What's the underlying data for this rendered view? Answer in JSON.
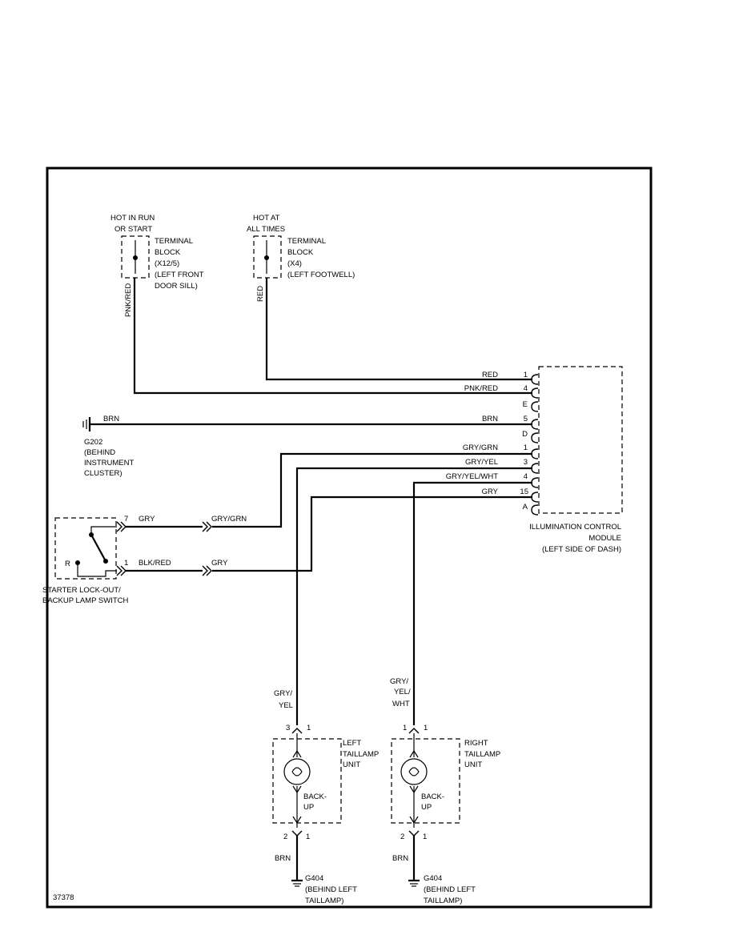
{
  "figure_id": "37378",
  "terminal_block_1": {
    "power": [
      "HOT IN RUN",
      "OR START"
    ],
    "label": [
      "TERMINAL",
      "BLOCK",
      "(X12/5)",
      "(LEFT FRONT",
      "DOOR SILL)"
    ],
    "wire": "PNK/RED"
  },
  "terminal_block_2": {
    "power": [
      "HOT AT",
      "ALL TIMES"
    ],
    "label": [
      "TERMINAL",
      "BLOCK",
      "(X4)",
      "(LEFT FOOTWELL)"
    ],
    "wire": "RED"
  },
  "ground_g202": {
    "wire": "BRN",
    "label": [
      "G202",
      "(BEHIND",
      "INSTRUMENT",
      "CLUSTER)"
    ]
  },
  "module": {
    "label": [
      "ILLUMINATION CONTROL",
      "MODULE",
      "(LEFT SIDE OF DASH)"
    ],
    "pins": [
      {
        "wire": "RED",
        "pin": "1"
      },
      {
        "wire": "PNK/RED",
        "pin": "4"
      },
      {
        "wire": "",
        "pin": "E"
      },
      {
        "wire": "BRN",
        "pin": "5"
      },
      {
        "wire": "",
        "pin": "D"
      },
      {
        "wire": "GRY/GRN",
        "pin": "1"
      },
      {
        "wire": "GRY/YEL",
        "pin": "3"
      },
      {
        "wire": "GRY/YEL/WHT",
        "pin": "4"
      },
      {
        "wire": "GRY",
        "pin": "15"
      },
      {
        "wire": "",
        "pin": "A"
      }
    ]
  },
  "switch": {
    "label": [
      "STARTER LOCK-OUT/",
      "BACKUP LAMP SWITCH"
    ],
    "r_label": "R",
    "pin_top": "7",
    "pin_bottom": "1",
    "wire_top_a": "GRY",
    "wire_top_b": "GRY/GRN",
    "wire_bottom_a": "BLK/RED",
    "wire_bottom_b": "GRY"
  },
  "left_lamp": {
    "wire_top": [
      "GRY/",
      "YEL"
    ],
    "pin_top_a": "3",
    "pin_top_b": "1",
    "label": [
      "LEFT",
      "TAILLAMP",
      "UNIT"
    ],
    "bulb": [
      "BACK-",
      "UP"
    ],
    "pin_bot_a": "2",
    "pin_bot_b": "1",
    "wire_bottom": "BRN",
    "ground": [
      "G404",
      "(BEHIND LEFT",
      "TAILLAMP)"
    ]
  },
  "right_lamp": {
    "wire_top": [
      "GRY/",
      "YEL/",
      "WHT"
    ],
    "pin_top_a": "1",
    "pin_top_b": "1",
    "label": [
      "RIGHT",
      "TAILLAMP",
      "UNIT"
    ],
    "bulb": [
      "BACK-",
      "UP"
    ],
    "pin_bot_a": "2",
    "pin_bot_b": "1",
    "wire_bottom": "BRN",
    "ground": [
      "G404",
      "(BEHIND LEFT",
      "TAILLAMP)"
    ]
  }
}
